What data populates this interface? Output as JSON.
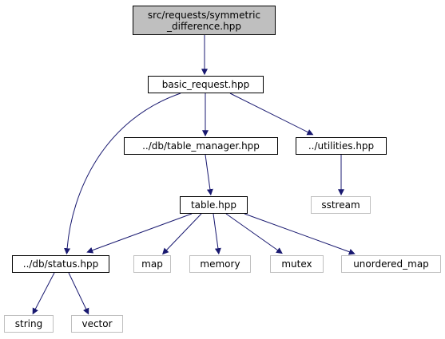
{
  "colors": {
    "edge": "#191970",
    "root_fill": "#bfbfbf",
    "external_border": "#bfbfbf",
    "internal_border": "#000000"
  },
  "nodes": {
    "root": {
      "line1": "src/requests/symmetric",
      "line2": "_difference.hpp"
    },
    "basic_request": "basic_request.hpp",
    "table_manager": "../db/table_manager.hpp",
    "utilities": "../utilities.hpp",
    "sstream": "sstream",
    "table": "table.hpp",
    "status": "../db/status.hpp",
    "map": "map",
    "memory": "memory",
    "mutex": "mutex",
    "unordered_map": "unordered_map",
    "string": "string",
    "vector": "vector"
  },
  "edges": [
    [
      "root",
      "basic_request"
    ],
    [
      "basic_request",
      "status"
    ],
    [
      "basic_request",
      "table_manager"
    ],
    [
      "basic_request",
      "utilities"
    ],
    [
      "table_manager",
      "table"
    ],
    [
      "utilities",
      "sstream"
    ],
    [
      "table",
      "status"
    ],
    [
      "table",
      "map"
    ],
    [
      "table",
      "memory"
    ],
    [
      "table",
      "mutex"
    ],
    [
      "table",
      "unordered_map"
    ],
    [
      "status",
      "string"
    ],
    [
      "status",
      "vector"
    ]
  ]
}
